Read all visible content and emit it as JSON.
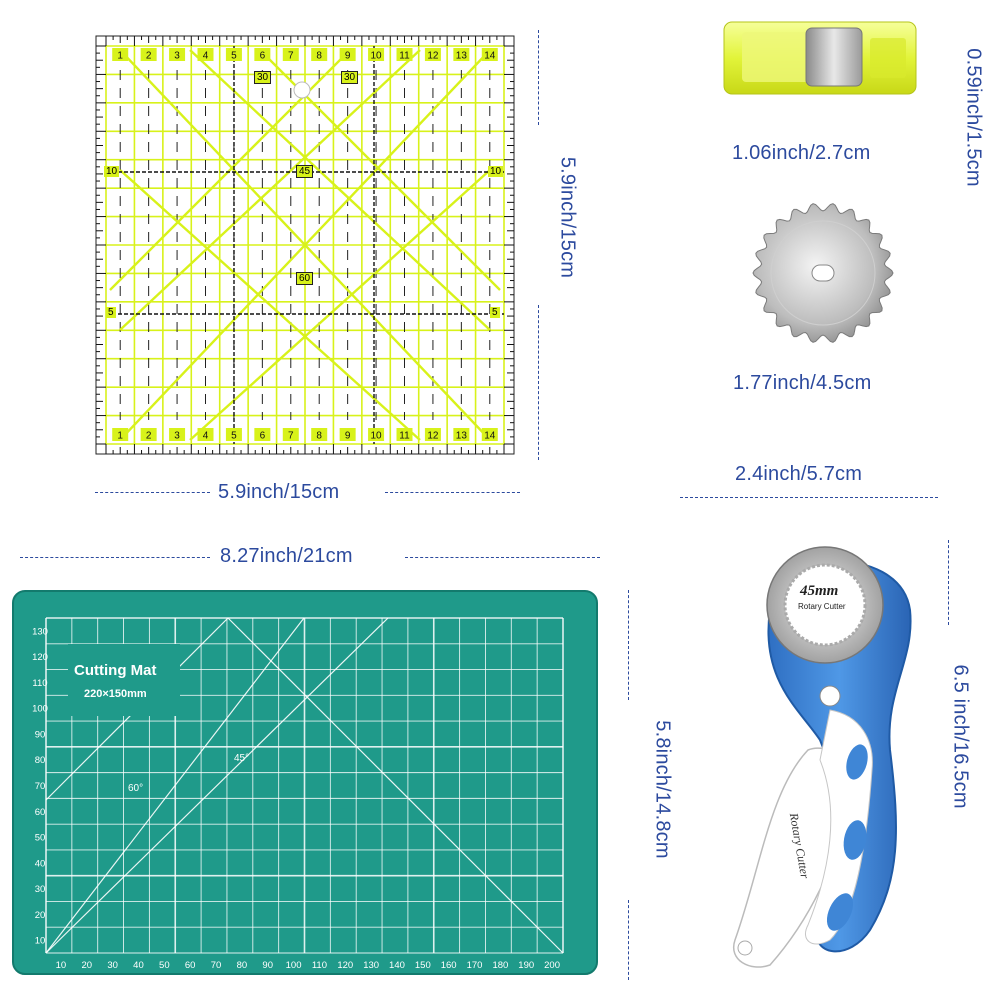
{
  "ruler": {
    "dimension_width": "5.9inch/15cm",
    "dimension_height": "5.9inch/15cm",
    "numbers": [
      "1",
      "2",
      "3",
      "4",
      "5",
      "6",
      "7",
      "8",
      "9",
      "10",
      "11",
      "12",
      "13",
      "14"
    ],
    "side_labels": [
      "10",
      "5"
    ],
    "angle_labels": [
      "30",
      "30",
      "45",
      "60"
    ]
  },
  "clip": {
    "dimension_width": "1.06inch/2.7cm",
    "dimension_height": "0.59inch/1.5cm"
  },
  "blade": {
    "dimension": "1.77inch/4.5cm"
  },
  "cutter": {
    "dimension_width": "2.4inch/5.7cm",
    "dimension_height": "6.5 inch/16.5cm",
    "blade_label": "45mm",
    "blade_sublabel": "Rotary Cutter",
    "handle_label": "Rotary Cutter"
  },
  "mat": {
    "dimension_width": "8.27inch/21cm",
    "dimension_height": "5.8inch/14.8cm",
    "title": "Cutting Mat",
    "size": "220×150mm",
    "x_labels": [
      "10",
      "20",
      "30",
      "40",
      "50",
      "60",
      "70",
      "80",
      "90",
      "100",
      "110",
      "120",
      "130",
      "140",
      "150",
      "160",
      "170",
      "180",
      "190",
      "200"
    ],
    "y_labels": [
      "130",
      "120",
      "110",
      "100",
      "90",
      "80",
      "70",
      "60",
      "50",
      "40",
      "30",
      "20",
      "10"
    ],
    "angle_labels": [
      "45°",
      "60°"
    ]
  },
  "colors": {
    "dimension_text": "#2c4a9e",
    "mat_green": "#1f9a8a",
    "ruler_yellow": "#d8f21a",
    "cutter_blue": "#3f86d6"
  }
}
